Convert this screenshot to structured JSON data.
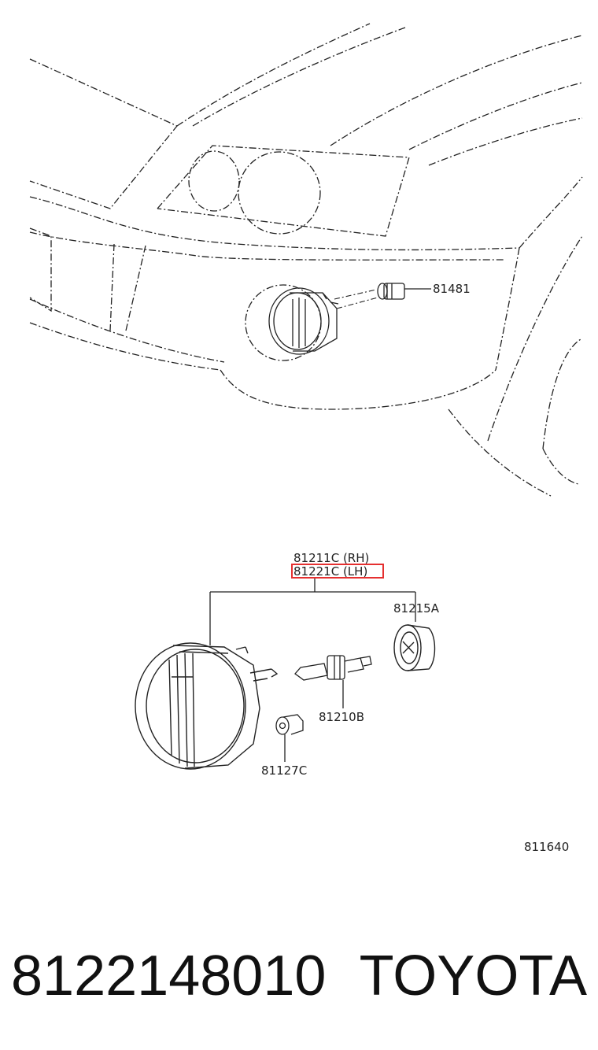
{
  "callouts": {
    "bulb_socket": "81481",
    "fog_lamp_rh": "81211C (RH)",
    "fog_lamp_lh": "81221C (LH)",
    "socket_cover": "81215A",
    "bulb": "81210B",
    "clip": "81127C"
  },
  "figure_code": "811640",
  "footer": {
    "part_number": "8122148010",
    "brand": "TOYOTA"
  },
  "colors": {
    "line": "#222222",
    "highlight": "#e53030"
  }
}
